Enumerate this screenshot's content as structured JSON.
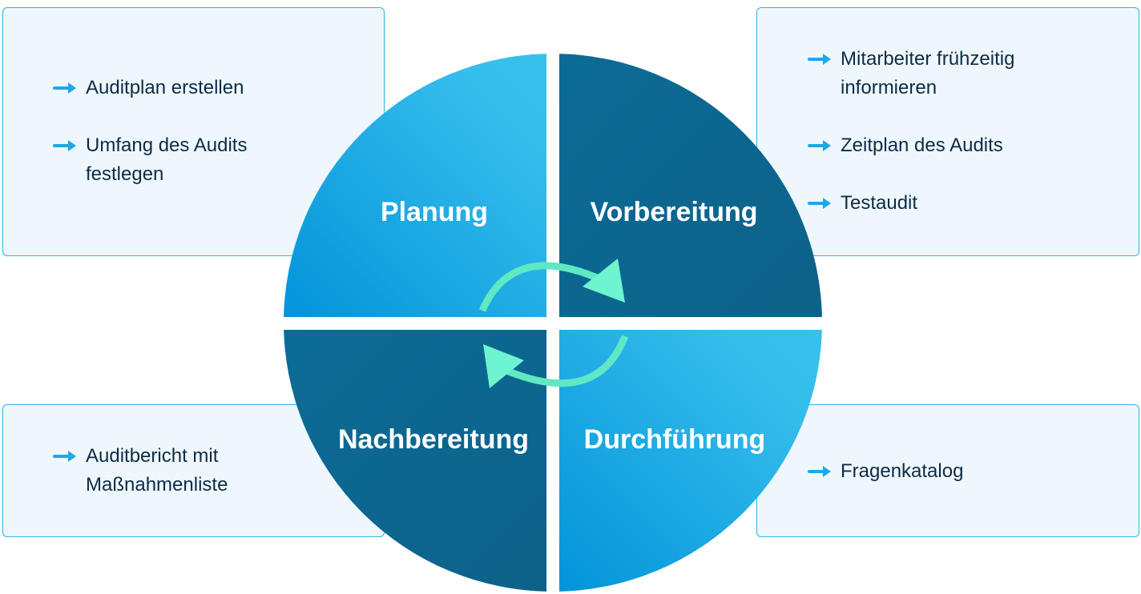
{
  "phases": {
    "planung": {
      "label": "Planung",
      "items": [
        "Auditplan erstellen",
        "Umfang des Audits festlegen"
      ]
    },
    "vorbereitung": {
      "label": "Vorbereitung",
      "items": [
        "Mitarbeiter frühzeitig informieren",
        "Zeitplan des Audits",
        "Testaudit"
      ]
    },
    "nachbereitung": {
      "label": "Nachbereitung",
      "items": [
        "Auditbericht mit Maßnahmenliste"
      ]
    },
    "durchfuehrung": {
      "label": "Durchführung",
      "items": [
        "Fragenkatalog"
      ]
    }
  },
  "colors": {
    "light_blue": "#3fc6ef",
    "mid_blue": "#0293d9",
    "dark_blue": "#0b6c97",
    "cycle_arrow": "#6ef5d0",
    "box_bg": "#eff7fe",
    "box_border": "#2ab4e4",
    "text": "#0d2b45"
  },
  "icons": {
    "bullet": "arrow-right-icon",
    "cycle": "cycle-arrow-icon"
  }
}
